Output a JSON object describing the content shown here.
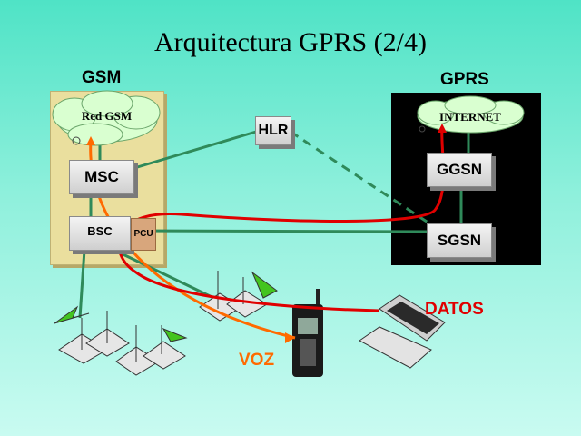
{
  "title": "Arquitectura GPRS (2/4)",
  "sections": {
    "gsm": "GSM",
    "gprs": "GPRS"
  },
  "nodes": {
    "red_gsm": "Red GSM",
    "internet": "INTERNET",
    "msc": "MSC",
    "bsc": "BSC",
    "pcu": "PCU",
    "hlr": "HLR",
    "ggsn": "GGSN",
    "sgsn": "SGSN"
  },
  "flows": {
    "datos": "DATOS",
    "voz": "VOZ"
  },
  "colors": {
    "datos": "#e00000",
    "voz": "#ff6a00",
    "link": "#2f8a5a",
    "gsm_panel": "#eadf9e",
    "gprs_panel": "#000000"
  }
}
